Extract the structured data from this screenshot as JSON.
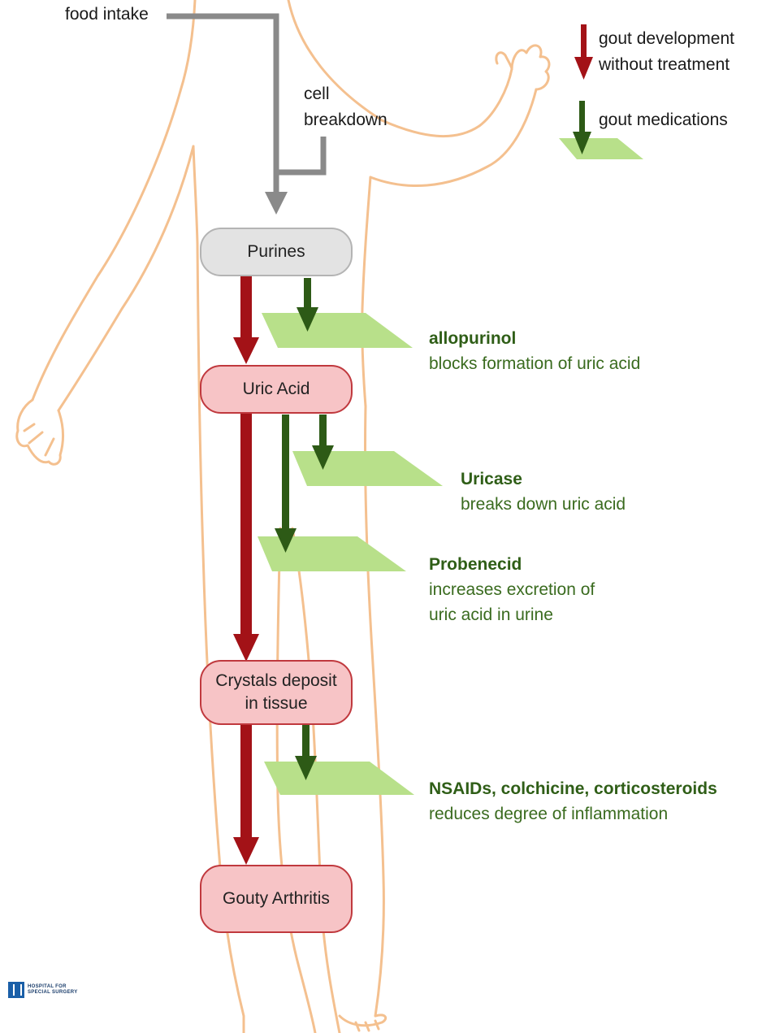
{
  "inputs": {
    "food_intake": "food intake",
    "cell_breakdown_line1": "cell",
    "cell_breakdown_line2": "breakdown"
  },
  "legend": {
    "red_line1": "gout development",
    "red_line2": "without treatment",
    "green": "gout medications"
  },
  "nodes": {
    "purines": "Purines",
    "uric_acid": "Uric Acid",
    "crystals_line1": "Crystals deposit",
    "crystals_line2": "in tissue",
    "gouty_arthritis": "Gouty Arthritis"
  },
  "medications": [
    {
      "name": "allopurinol",
      "desc_line1": "blocks formation of uric acid",
      "desc_line2": ""
    },
    {
      "name": "Uricase",
      "desc_line1": "breaks down uric acid",
      "desc_line2": ""
    },
    {
      "name": "Probenecid",
      "desc_line1": "increases excretion of",
      "desc_line2": "uric acid in urine"
    },
    {
      "name": "NSAIDs, colchicine, corticosteroids",
      "desc_line1": "reduces degree of inflammation",
      "desc_line2": ""
    }
  ],
  "logo": {
    "line1": "HOSPITAL FOR",
    "line2": "SPECIAL SURGERY"
  },
  "colors": {
    "red_arrow": "#a31217",
    "green_arrow": "#2d5a16",
    "green_plane": "#b8e08a",
    "gray_arrow": "#8a8a8a",
    "body_outline": "#f4c08f",
    "node_pink": "#f7c4c6",
    "node_gray": "#e3e3e3"
  }
}
